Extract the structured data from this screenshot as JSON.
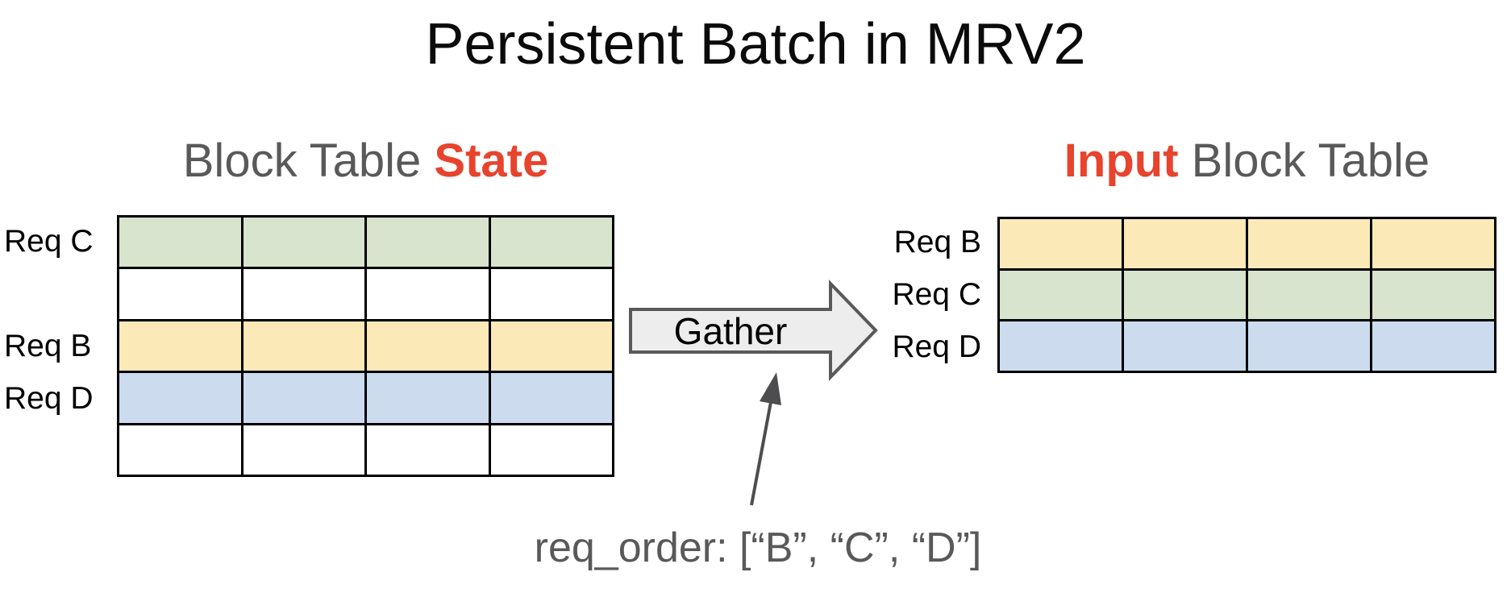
{
  "title": "Persistent Batch in MRV2",
  "colors": {
    "red": "#E8432D",
    "gray_text": "#595959",
    "green": "#D8E4CE",
    "yellow": "#FBE9B8",
    "blue": "#CCDCEE",
    "white": "#FFFFFF",
    "arrow_fill": "#EDEDED",
    "arrow_border": "#595959",
    "annotation_arrow": "#4D4D4F"
  },
  "state_table": {
    "title_prefix": "Block Table ",
    "title_emphasis": "State",
    "columns": 4,
    "rows": [
      {
        "label": "Req C",
        "color": "green"
      },
      {
        "label": "",
        "color": "white"
      },
      {
        "label": "Req B",
        "color": "yellow"
      },
      {
        "label": "Req D",
        "color": "blue"
      },
      {
        "label": "",
        "color": "white"
      }
    ]
  },
  "input_table": {
    "title_emphasis": "Input",
    "title_suffix": " Block Table",
    "columns": 4,
    "rows": [
      {
        "label": "Req B",
        "color": "yellow"
      },
      {
        "label": "Req C",
        "color": "green"
      },
      {
        "label": "Req D",
        "color": "blue"
      }
    ]
  },
  "gather_arrow": {
    "label": "Gather"
  },
  "annotation": {
    "text": "req_order: [“B”, “C”, “D”]"
  }
}
